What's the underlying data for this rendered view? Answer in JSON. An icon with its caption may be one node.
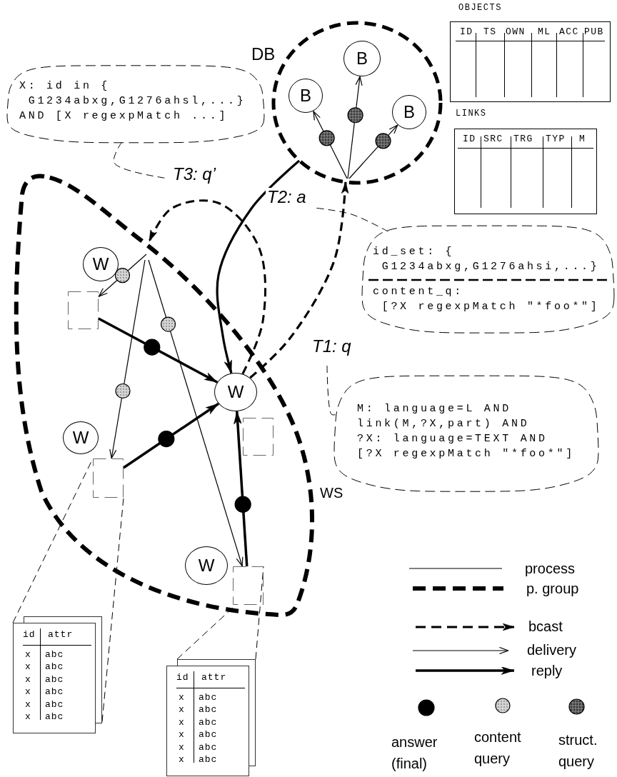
{
  "diagram": {
    "nodes": [
      {
        "text": [
          "DB"
        ]
      },
      {
        "text": [
          "B"
        ],
        "in": 0
      },
      {
        "text": [
          "B"
        ],
        "in": 0
      },
      {
        "text": [
          "B"
        ],
        "in": 0
      },
      {
        "text": [
          "OBJECTS",
          "ID",
          "TS",
          "OWN",
          "ML",
          "ACC",
          "PUB"
        ]
      },
      {
        "text": [
          "LINKS",
          "ID",
          "SRC",
          "TRG",
          "TYP",
          "M"
        ]
      },
      {
        "text": [
          "X: id in { G1234abxg,G1276ahsl,...} AND [X regexpMatch ...]"
        ]
      },
      {
        "text": [
          "WS"
        ]
      },
      {
        "text": [
          "W"
        ],
        "in": 7
      },
      {
        "text": [],
        "shape": "box",
        "in": 7
      },
      {
        "text": [
          "W"
        ],
        "in": 7
      },
      {
        "text": [],
        "shape": "box",
        "in": 7
      },
      {
        "text": [
          "W"
        ],
        "in": 7
      },
      {
        "text": [],
        "shape": "box",
        "in": 7
      },
      {
        "text": [
          "W"
        ],
        "in": 7
      },
      {
        "text": [],
        "shape": "box",
        "in": 7
      },
      {
        "text": [
          "id_set: { G1234abxg,G1276ahsi,...}",
          "content_q: [?X regexpMatch \"*foo*\"]"
        ]
      },
      {
        "text": [
          "M: language=L AND link(M,?X,part) AND ?X: language=TEXT AND [?X regexpMatch \"*foo*\"]"
        ]
      },
      {
        "text": [
          "id",
          "attr",
          "x",
          "abc",
          "x",
          "abc",
          "x",
          "abc",
          "x",
          "abc",
          "x",
          "abc",
          "x",
          "abc"
        ]
      },
      {
        "text": [
          "id",
          "attr",
          "x",
          "abc",
          "x",
          "abc",
          "x",
          "abc",
          "x",
          "abc",
          "x",
          "abc",
          "x",
          "abc"
        ]
      }
    ],
    "edges": [
      {
        "from": null,
        "to": 1,
        "arrow": "to"
      },
      {
        "from": null,
        "to": 2,
        "arrow": "to"
      },
      {
        "from": null,
        "to": 3,
        "arrow": "to"
      },
      {
        "from": 10,
        "to": 0,
        "arrow": "to",
        "label": "T1: q",
        "style": "dashed"
      },
      {
        "from": 0,
        "to": 10,
        "arrow": "to",
        "label": "T2: a",
        "style": "thick"
      },
      {
        "from": 10,
        "to": null,
        "arrow": "to",
        "label": "T3: q’",
        "style": "dashed"
      },
      {
        "from": null,
        "to": 9,
        "arrow": "to"
      },
      {
        "from": null,
        "to": 13,
        "arrow": "to"
      },
      {
        "from": null,
        "to": 15,
        "arrow": "to"
      },
      {
        "from": 9,
        "to": 10,
        "arrow": "to",
        "style": "thick"
      },
      {
        "from": 13,
        "to": 10,
        "arrow": "to",
        "style": "thick"
      },
      {
        "from": 15,
        "to": 10,
        "arrow": "to",
        "style": "thick"
      },
      {
        "from": 18,
        "to": 13,
        "arrow": "none",
        "style": "dashed"
      },
      {
        "from": 18,
        "to": 13,
        "arrow": "none",
        "style": "dashed"
      },
      {
        "from": 19,
        "to": 15,
        "arrow": "none",
        "style": "dashed"
      },
      {
        "from": 19,
        "to": 15,
        "arrow": "none",
        "style": "dashed"
      },
      {
        "from": 6,
        "to": null,
        "arrow": "none",
        "style": "dashed"
      },
      {
        "from": 16,
        "to": null,
        "arrow": "none",
        "style": "dashed"
      },
      {
        "from": 17,
        "to": null,
        "arrow": "none",
        "style": "dashed"
      }
    ],
    "legend": [
      {
        "text": "process"
      },
      {
        "text": "p. group"
      },
      {
        "text": "bcast"
      },
      {
        "text": "delivery"
      },
      {
        "text": "reply"
      },
      {
        "text": "answer (final)"
      },
      {
        "text": "content query"
      },
      {
        "text": "struct. query"
      }
    ]
  }
}
